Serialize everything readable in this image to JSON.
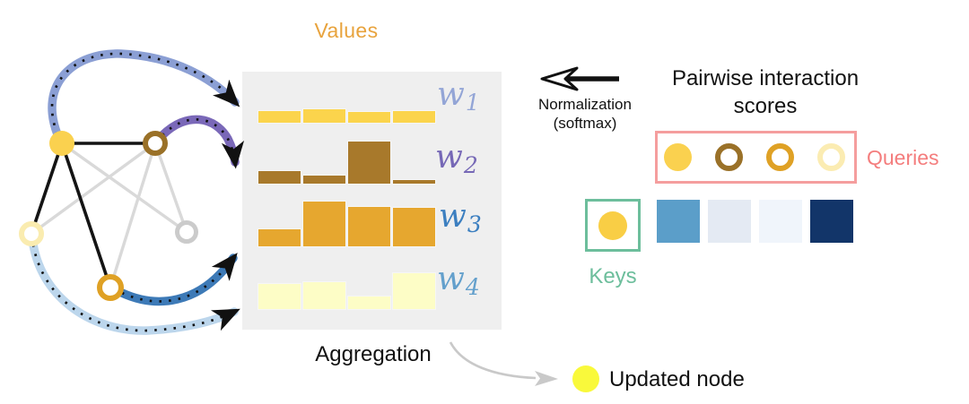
{
  "labels": {
    "values": "Values",
    "aggregation": "Aggregation",
    "updated_node": "Updated node",
    "normalization": "Normalization",
    "softmax": "(softmax)",
    "pairwise_line1": "Pairwise interaction",
    "pairwise_line2": "scores",
    "queries": "Queries",
    "keys": "Keys"
  },
  "weights": [
    {
      "base": "w",
      "sub": "1",
      "color": "#93A5D6"
    },
    {
      "base": "w",
      "sub": "2",
      "color": "#7668B6"
    },
    {
      "base": "w",
      "sub": "3",
      "color": "#3C7FC0"
    },
    {
      "base": "w",
      "sub": "4",
      "color": "#64A0CC"
    }
  ],
  "chart_data": {
    "type": "bar",
    "title": "Values",
    "rows": [
      {
        "name": "w1",
        "color": "#FBD44C",
        "values": [
          0.26,
          0.3,
          0.24,
          0.26
        ]
      },
      {
        "name": "w2",
        "color": "#A8792B",
        "values": [
          0.28,
          0.18,
          0.94,
          0.08
        ]
      },
      {
        "name": "w3",
        "color": "#E6A72F",
        "values": [
          0.38,
          1.0,
          0.88,
          0.86
        ]
      },
      {
        "name": "w4",
        "color": "#FDFDC6",
        "values": [
          0.56,
          0.6,
          0.28,
          0.8
        ]
      }
    ],
    "ylim": [
      0,
      1
    ],
    "legend_position": "right"
  },
  "queries": {
    "nodes": [
      {
        "style": "filled",
        "color": "#FAD14F"
      },
      {
        "style": "ring",
        "color": "#9A7128"
      },
      {
        "style": "ring",
        "color": "#DFA125"
      },
      {
        "style": "ring",
        "color": "#FBECB2"
      }
    ]
  },
  "keys": {
    "node": {
      "style": "filled",
      "color": "#F9CE45"
    }
  },
  "scores": {
    "squares": [
      "#5B9EC9",
      "#E4EAF3",
      "#F0F5FB",
      "#123569"
    ]
  },
  "colors": {
    "center_node": "#FAD14F",
    "brown_node": "#9A7128",
    "orange_node": "#DFA125",
    "pale_node": "#FAECB0",
    "gray_node": "#CBCBCB",
    "updated_node": "#F9F93B",
    "edge_strong": "#141414",
    "edge_weak": "#D9D9D9",
    "arrow_w1": "#8B9FD4",
    "arrow_w2": "#7A68B8",
    "arrow_w3": "#3D7AB7",
    "arrow_w4": "#BCD6EC",
    "values_title": "#E8A33D",
    "panel_bg": "#EFEFEF",
    "queries_box": "#F59E9E",
    "queries_text": "#F47D7D",
    "keys_accent": "#6DBE9C",
    "gray_arrow": "#C9C9C9",
    "black": "#111111"
  }
}
